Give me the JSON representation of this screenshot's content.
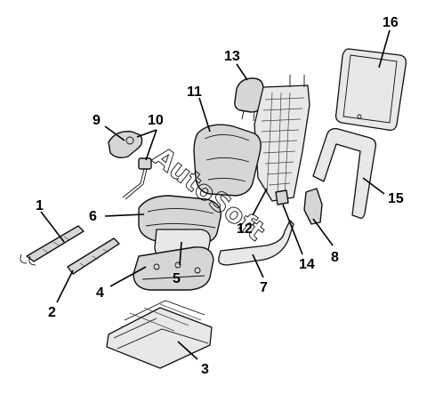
{
  "callouts": {
    "c1": "1",
    "c2": "2",
    "c3": "3",
    "c4": "4",
    "c5": "5",
    "c6": "6",
    "c7": "7",
    "c8": "8",
    "c9": "9",
    "c10": "10",
    "c11": "11",
    "c12": "12",
    "c13": "13",
    "c14": "14",
    "c15": "15",
    "c16": "16"
  },
  "watermark": "AutoSoft",
  "colors": {
    "line": "#111111",
    "fill": "#d6d6d6",
    "background": "#ffffff"
  }
}
